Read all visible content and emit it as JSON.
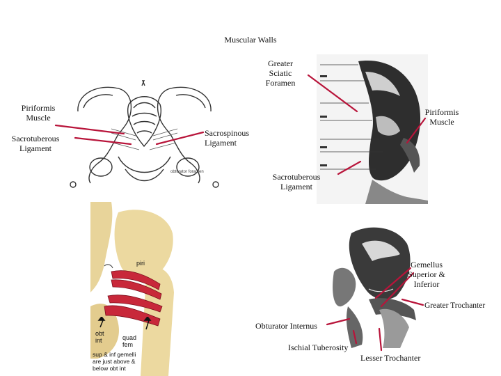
{
  "slide": {
    "title": "Muscular Walls",
    "accent_color": "#b8143a",
    "labels": {
      "greater_sciatic_foramen": "Greater\nSciatic\nForamen",
      "piriformis_left": "Piriformis\nMuscle",
      "piriformis_right": "Piriformis\nMuscle",
      "sacrotuberous_left": "Sacrotuberous\nLigament",
      "sacrospinous": "Sacrospinous\nLigament",
      "sacrotuberous_mid": "Sacrotuberous\nLigament",
      "gemellus": "Gemellus\nSuperior &\nInferior",
      "greater_trochanter": "Greater Trochanter",
      "obturator_internus": "Obturator Internus",
      "ischial_tuberosity": "Ischial Tuberosity",
      "lesser_trochanter": "Lesser Trochanter"
    },
    "image_annotations": {
      "piri": "piri",
      "obt_int": "obt\nint",
      "quad_fem": "quad\nfem",
      "gemelli_note": "sup & inf gemelli\nare just above &\nbelow obt int",
      "obturator_foramen": "obturator foramen"
    }
  }
}
